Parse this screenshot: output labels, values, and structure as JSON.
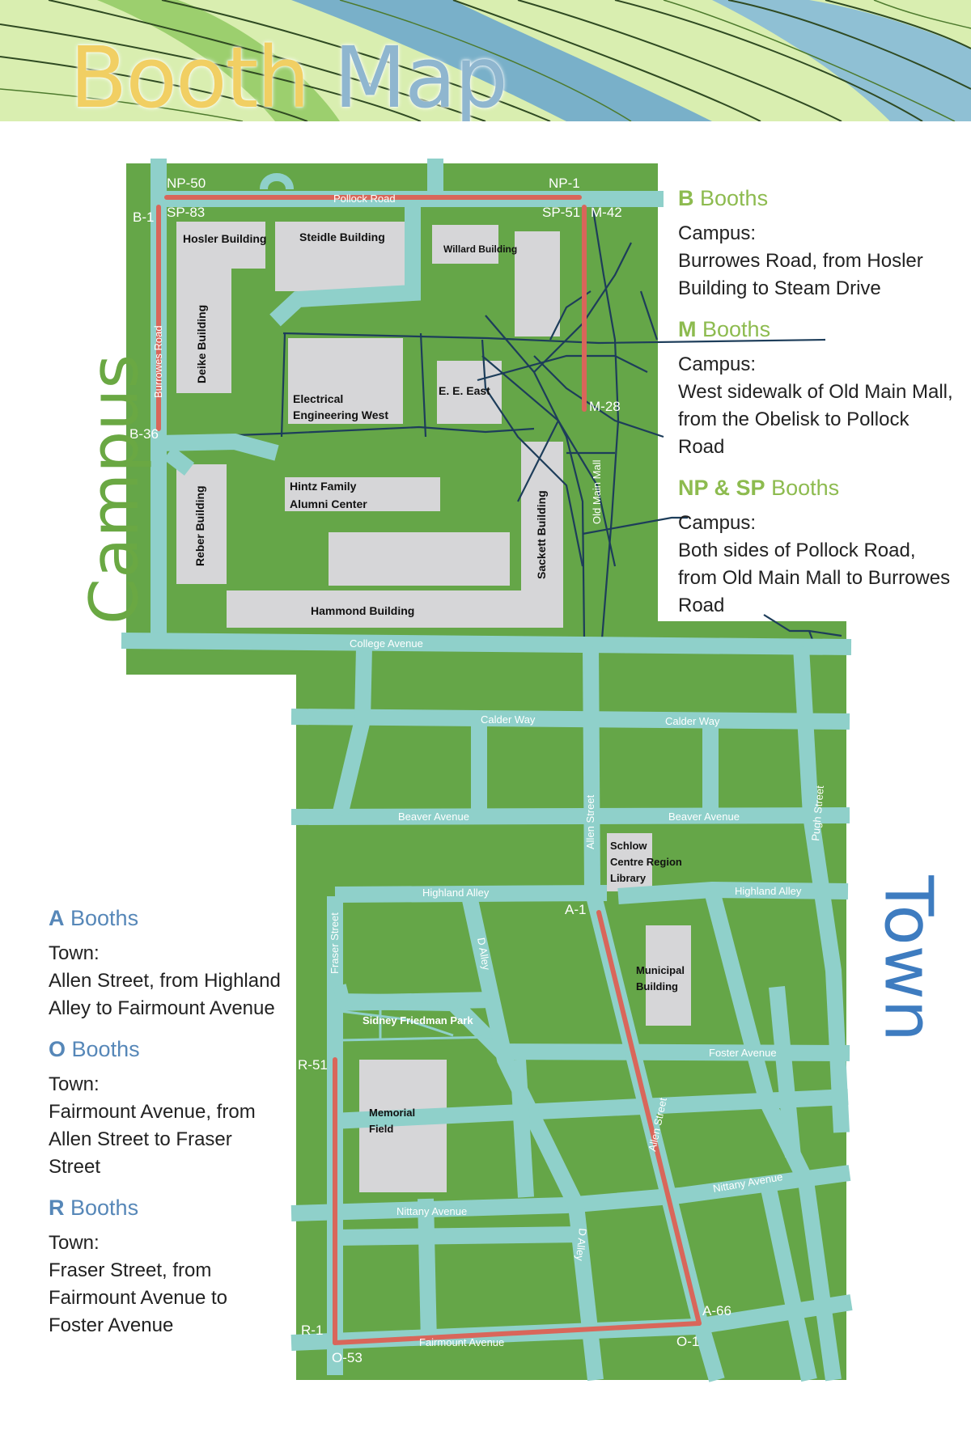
{
  "title": {
    "word1": "Booth",
    "word2": "Map"
  },
  "sides": {
    "campus": "Campus",
    "town": "Town"
  },
  "colors": {
    "grass": "#65a648",
    "road": "#8fd0ca",
    "booth_route": "#d9665a",
    "building": "#d6d6d8",
    "path": "#1d3d5a",
    "campus_accent": "#6aa843",
    "town_accent": "#3e7cc0"
  },
  "legend": {
    "b": {
      "letter": "B",
      "word": "Booths",
      "area": "Campus:",
      "desc": "Burrowes Road, from Hosler Building to Steam Drive"
    },
    "m": {
      "letter": "M",
      "word": "Booths",
      "area": "Campus:",
      "desc": "West sidewalk of Old Main Mall, from the Obelisk to Pollock Road"
    },
    "npsp": {
      "letter": "NP & SP",
      "word": "Booths",
      "area": "Campus:",
      "desc": "Both sides of Pollock Road, from Old Main Mall to Burrowes Road"
    },
    "a": {
      "letter": "A",
      "word": "Booths",
      "area": "Town:",
      "desc": "Allen Street, from Highland Alley to Fairmount Avenue"
    },
    "o": {
      "letter": "O",
      "word": "Booths",
      "area": "Town:",
      "desc": "Fairmount Avenue, from Allen Street to Fraser Street"
    },
    "r": {
      "letter": "R",
      "word": "Booths",
      "area": "Town:",
      "desc": "Fraser Street, from Fairmount Avenue to Foster Avenue"
    }
  },
  "buildings": {
    "hosler": "Hosler Building",
    "steidle": "Steidle Building",
    "willard": "Willard Building",
    "deike": "Deike Building",
    "eew1": "Electrical",
    "eew2": "Engineering West",
    "eeeast": "E. E. East",
    "hintz1": "Hintz Family",
    "hintz2": "Alumni Center",
    "reber": "Reber Building",
    "sackett": "Sackett Building",
    "hammond": "Hammond Building",
    "schlow1": "Schlow",
    "schlow2": "Centre Region",
    "schlow3": "Library",
    "muni1": "Municipal",
    "muni2": "Building",
    "memorial1": "Memorial",
    "memorial2": "Field",
    "park": "Sidney Friedman Park"
  },
  "streets": {
    "pollock": "Pollock Road",
    "burrowes": "Burrowes Road",
    "oldmain": "Old Main Mall",
    "college": "College Avenue",
    "calder": "Calder Way",
    "beaver": "Beaver Avenue",
    "highland": "Highland Alley",
    "allen": "Allen Street",
    "pugh": "Pugh Street",
    "fraser": "Fraser Street",
    "dalley": "D Alley",
    "foster": "Foster Avenue",
    "nittany": "Nittany Avenue",
    "fairmount": "Fairmount Avenue"
  },
  "booth_markers": {
    "np50": "NP-50",
    "np1": "NP-1",
    "b1": "B-1",
    "sp83": "SP-83",
    "sp51": "SP-51",
    "m42": "M-42",
    "b36": "B-36",
    "m28": "M-28",
    "a1": "A-1",
    "r51": "R-51",
    "r1": "R-1",
    "o53": "O-53",
    "a66": "A-66",
    "o1": "O-1"
  }
}
